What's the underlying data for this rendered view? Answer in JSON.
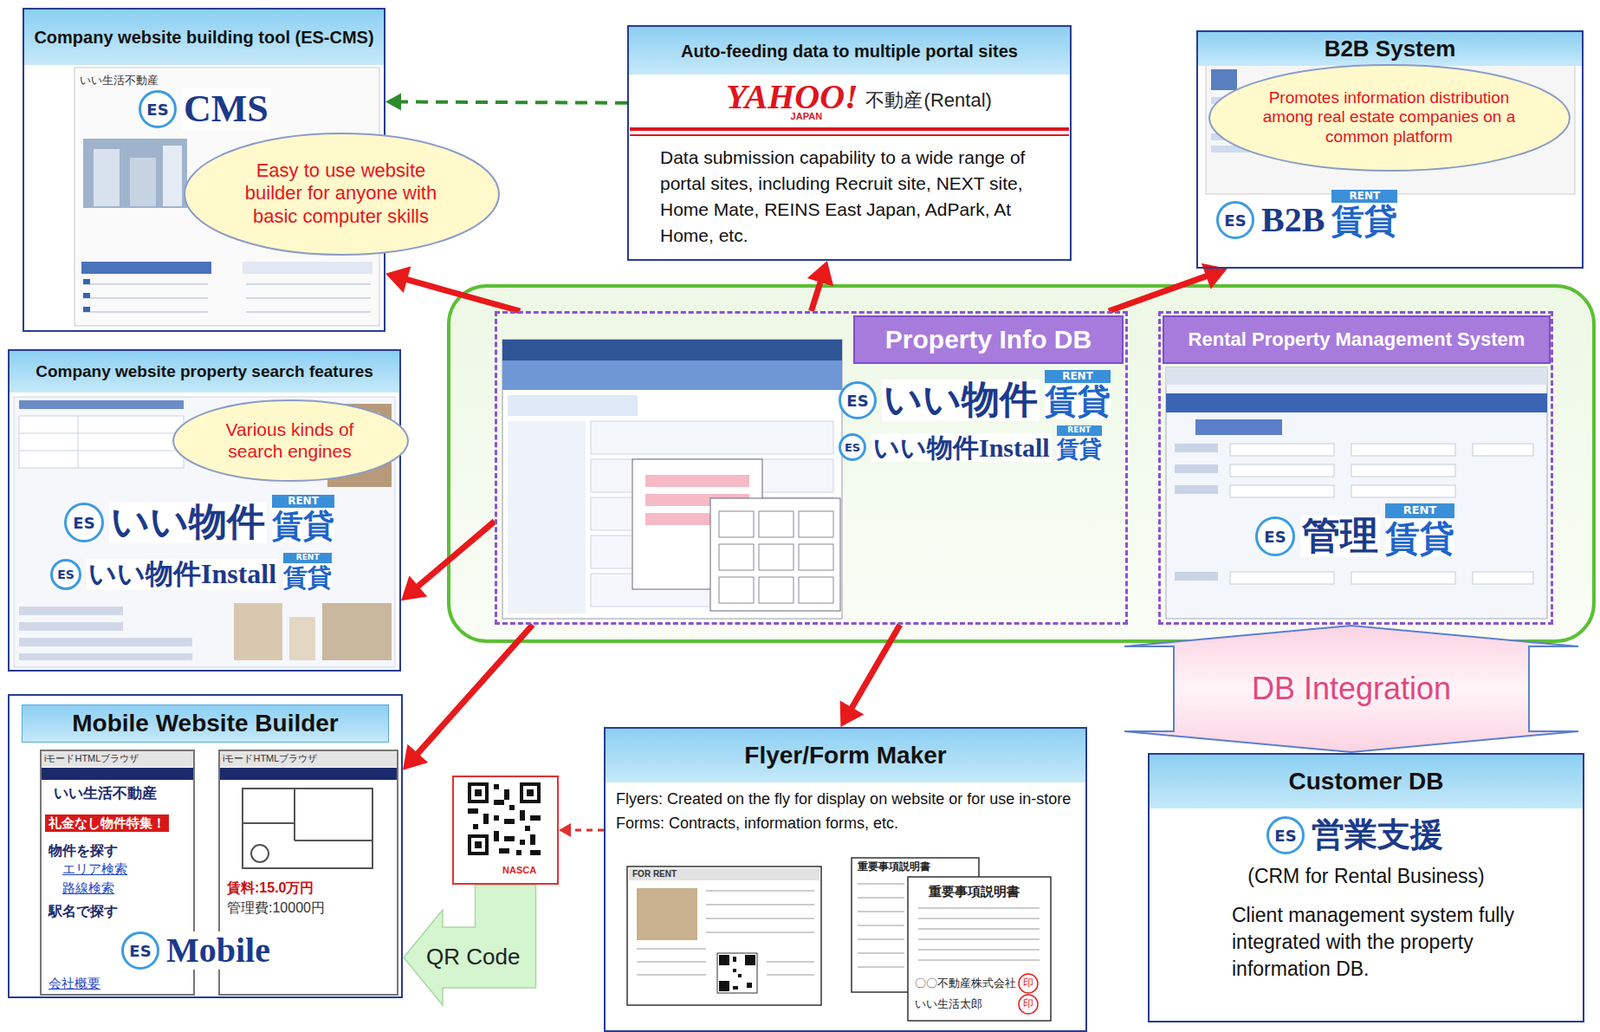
{
  "diagram": {
    "nodes": [
      {
        "text": [
          "Company website building tool (ES-CMS)"
        ]
      },
      {
        "text": [
          "Easy to use website builder for anyone with basic computer skills"
        ]
      },
      {
        "text": [
          "Auto-feeding data to multiple portal sites",
          "Data submission capability to a wide range of portal sites, including Recruit site, NEXT site, Home Mate, REINS East Japan, AdPark, At Home, etc."
        ]
      },
      {
        "text": [
          "B2B System"
        ]
      },
      {
        "text": [
          "Promotes information distribution among real estate companies on a common platform"
        ],
        "in": 3
      },
      {
        "text": [
          "Company website property search features"
        ]
      },
      {
        "text": [
          "Various kinds of search engines"
        ],
        "in": 5
      },
      {
        "text": [
          "Property Info DB"
        ]
      },
      {
        "text": [
          "Rental Property Management System"
        ]
      },
      {
        "text": [
          "Mobile Website Builder"
        ]
      },
      {
        "text": [
          "Flyer/Form Maker",
          "Flyers: Created on the fly for display on website or for use in-store",
          "Forms: Contracts, information forms, etc."
        ]
      },
      {
        "text": [
          "NASCA"
        ]
      },
      {
        "text": [
          "Customer DB",
          "(CRM for Rental Business)",
          "Client management system fully integrated with the property information DB."
        ]
      }
    ],
    "edges": [
      {
        "from": 7,
        "to": 0,
        "arrow": "to"
      },
      {
        "from": 7,
        "to": 2,
        "arrow": "to"
      },
      {
        "from": 7,
        "to": 3,
        "arrow": "to"
      },
      {
        "from": 7,
        "to": 5,
        "arrow": "to"
      },
      {
        "from": 7,
        "to": 9,
        "arrow": "to"
      },
      {
        "from": 7,
        "to": 10,
        "arrow": "to"
      },
      {
        "from": 2,
        "to": 0,
        "arrow": "to"
      },
      {
        "from": 10,
        "to": 11,
        "arrow": "to"
      },
      {
        "from": 11,
        "to": 9,
        "arrow": "to",
        "label": "QR Code"
      },
      {
        "from": 8,
        "to": 12,
        "arrow": "both",
        "label": "DB Integration"
      }
    ],
    "labels": [
      "いい生活不動産",
      "ES",
      "CMS",
      "YAHOO!",
      "JAPAN",
      "不動産",
      "(Rental)",
      "ES",
      "B2B",
      "RENT",
      "賃貸",
      "ES",
      "いい物件",
      "RENT",
      "賃貸",
      "ES",
      "いい物件Install",
      "RENT",
      "賃貸",
      "ES",
      "いい物件",
      "RENT",
      "賃貸",
      "ES",
      "いい物件Install",
      "RENT",
      "賃貸",
      "ES",
      "管理",
      "RENT",
      "賃貸",
      "iモードHTMLブラウザ",
      "iモードHTMLブラウザ",
      "いい生活不動産",
      "礼金なし物件特集！",
      "物件を探す",
      "エリア検索",
      "路線検索",
      "駅名で探す",
      "会社概要",
      "賃料:15.0万円",
      "管理費:10000円",
      "ES",
      "Mobile",
      "FOR RENT",
      "重要事項説明書",
      "重要事項説明書",
      "〇〇不動産株式会社",
      "いい生活太郎",
      "印",
      "印",
      "ES",
      "営業支援"
    ]
  }
}
